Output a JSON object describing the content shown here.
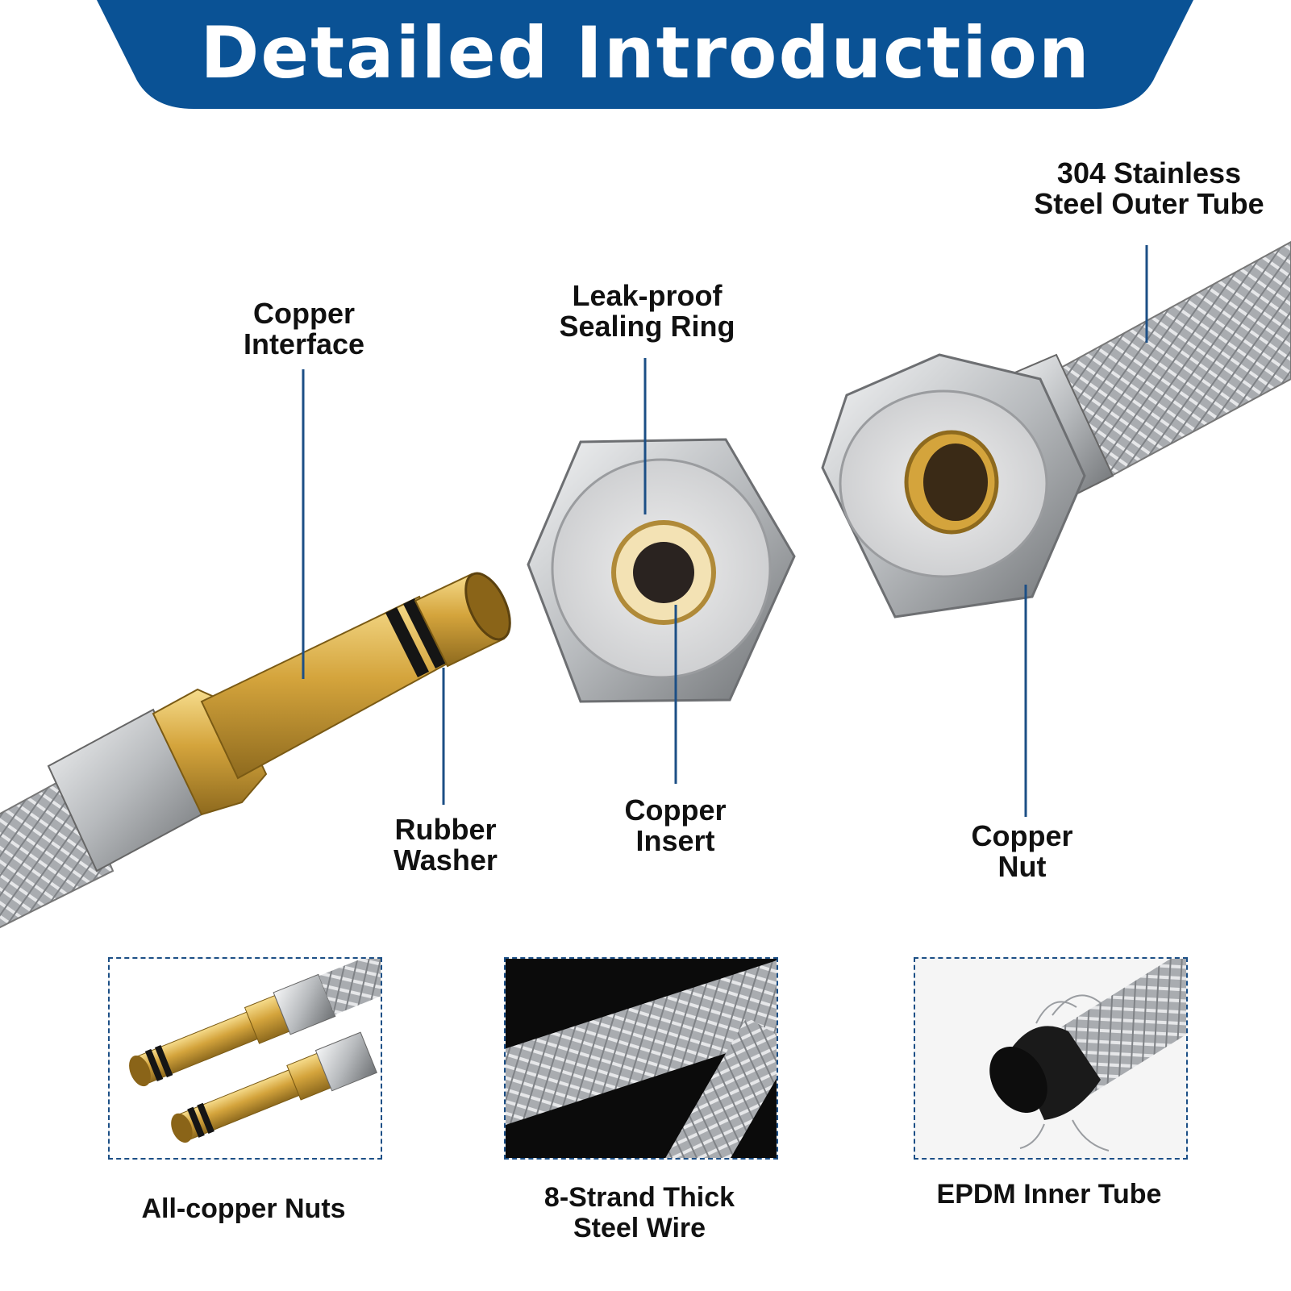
{
  "banner": {
    "title": "Detailed Introduction",
    "color": "#0a5295"
  },
  "callouts": {
    "copper_interface": [
      "Copper",
      "Interface"
    ],
    "leak_proof_ring": [
      "Leak-proof",
      "Sealing Ring"
    ],
    "outer_tube": [
      "304 Stainless",
      "Steel Outer Tube"
    ],
    "rubber_washer": [
      "Rubber",
      "Washer"
    ],
    "copper_insert": [
      "Copper",
      "Insert"
    ],
    "copper_nut": [
      "Copper",
      "Nut"
    ]
  },
  "features": [
    {
      "caption": [
        "All-copper Nuts"
      ]
    },
    {
      "caption": [
        "8-Strand Thick",
        "Steel Wire"
      ]
    },
    {
      "caption": [
        "EPDM Inner Tube"
      ]
    }
  ],
  "colors": {
    "leader_line": "#1c4f86",
    "brass": "#d4a43c",
    "steel": "#b9bcc0",
    "rubber": "#1a1a1a"
  }
}
